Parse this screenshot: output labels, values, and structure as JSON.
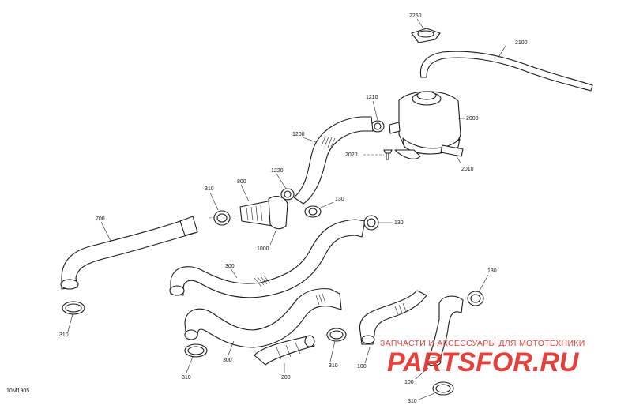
{
  "diagram_id": "10M1905",
  "watermark": {
    "tagline": "ЗАПЧАСТИ И АКСЕССУАРЫ ДЛЯ МОТОТЕХНИКИ",
    "brand_main": "PARTSFOR",
    "brand_suffix": ".RU"
  },
  "callouts": {
    "c2250": "2250",
    "c2100": "2100",
    "c1210": "1210",
    "c2000": "2000",
    "c1200": "1200",
    "c2020": "2020",
    "c2010": "2010",
    "c1220": "1220",
    "c800": "800",
    "c310a": "310",
    "c130a": "130",
    "c130b": "130",
    "c700": "700",
    "c1000": "1000",
    "c300a": "300",
    "c300b": "300",
    "c130c": "130",
    "c310b": "310",
    "c310c": "310",
    "c200": "200",
    "c310d": "310",
    "c100a": "100",
    "c100b": "100",
    "c310e": "310"
  }
}
